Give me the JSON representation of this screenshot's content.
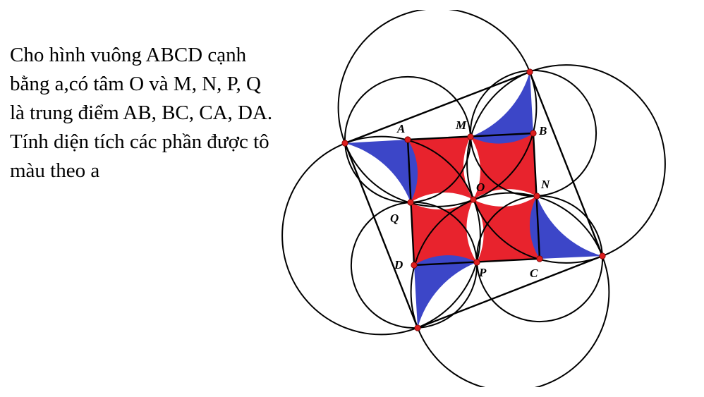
{
  "problem": {
    "lines": [
      "Cho hình vuông ABCD cạnh",
      "bằng a,có tâm O và M, N, P, Q",
      "là trung điểm AB, BC, CA, DA.",
      "Tính diện tích các phần được tô",
      "màu theo a"
    ]
  },
  "labels": {
    "A": "A",
    "B": "B",
    "C": "C",
    "D": "D",
    "M": "M",
    "N": "N",
    "P": "P",
    "Q": "Q",
    "O": "O"
  },
  "colors": {
    "blue": "#3c46c8",
    "red": "#e8232d",
    "line": "#000000",
    "point": "#dc1e1e"
  }
}
